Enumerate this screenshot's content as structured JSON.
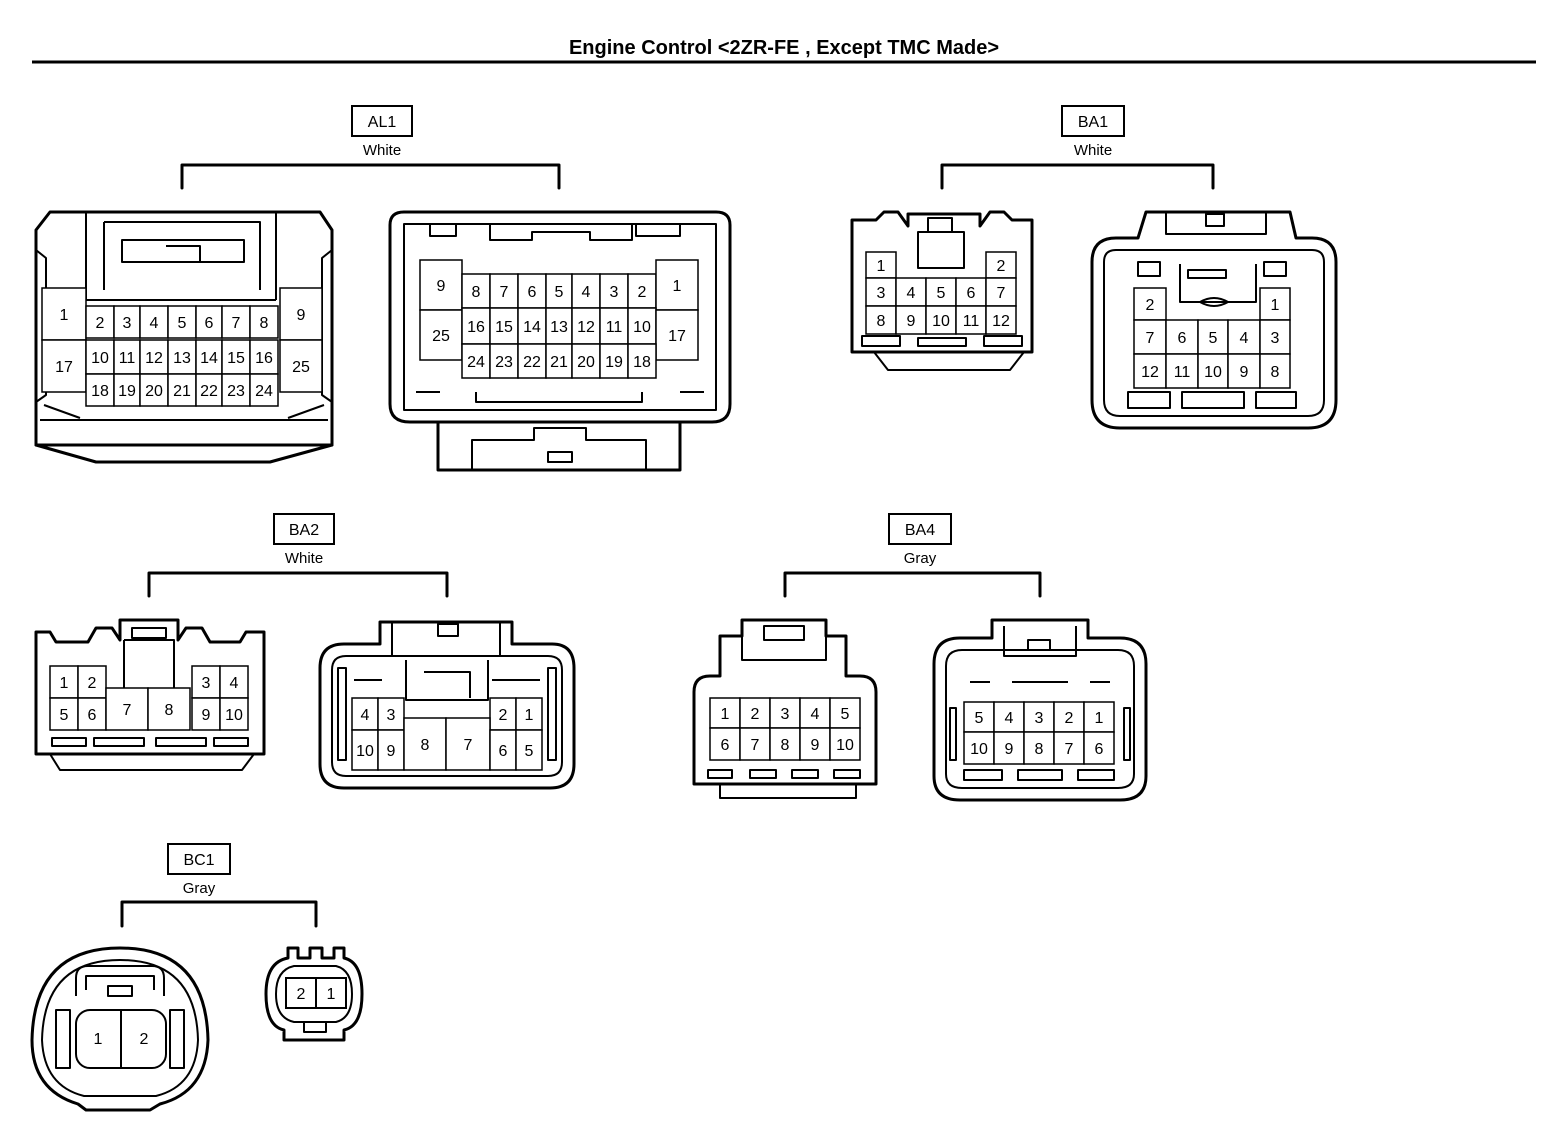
{
  "title": "Engine Control <2ZR-FE , Except TMC Made>",
  "connectors": [
    {
      "id": "AL1",
      "color": "White",
      "left": {
        "pins": [
          "1",
          "2",
          "3",
          "4",
          "5",
          "6",
          "7",
          "8",
          "9",
          "17",
          "10",
          "11",
          "12",
          "13",
          "14",
          "15",
          "16",
          "25",
          "18",
          "19",
          "20",
          "21",
          "22",
          "23",
          "24"
        ]
      },
      "right": {
        "pins": [
          "9",
          "8",
          "7",
          "6",
          "5",
          "4",
          "3",
          "2",
          "1",
          "25",
          "16",
          "15",
          "14",
          "13",
          "12",
          "11",
          "10",
          "17",
          "24",
          "23",
          "22",
          "21",
          "20",
          "19",
          "18"
        ]
      }
    },
    {
      "id": "BA1",
      "color": "White",
      "left": {
        "pins": [
          "1",
          "2",
          "3",
          "4",
          "5",
          "6",
          "7",
          "8",
          "9",
          "10",
          "11",
          "12"
        ]
      },
      "right": {
        "pins": [
          "2",
          "1",
          "7",
          "6",
          "5",
          "4",
          "3",
          "12",
          "11",
          "10",
          "9",
          "8"
        ]
      }
    },
    {
      "id": "BA2",
      "color": "White",
      "left": {
        "pins": [
          "1",
          "2",
          "3",
          "4",
          "5",
          "6",
          "7",
          "8",
          "9",
          "10"
        ]
      },
      "right": {
        "pins": [
          "4",
          "3",
          "2",
          "1",
          "10",
          "9",
          "8",
          "7",
          "6",
          "5"
        ]
      }
    },
    {
      "id": "BA4",
      "color": "Gray",
      "left": {
        "pins": [
          "1",
          "2",
          "3",
          "4",
          "5",
          "6",
          "7",
          "8",
          "9",
          "10"
        ]
      },
      "right": {
        "pins": [
          "5",
          "4",
          "3",
          "2",
          "1",
          "10",
          "9",
          "8",
          "7",
          "6"
        ]
      }
    },
    {
      "id": "BC1",
      "color": "Gray",
      "left": {
        "pins": [
          "1",
          "2"
        ]
      },
      "right": {
        "pins": [
          "2",
          "1"
        ]
      }
    }
  ]
}
